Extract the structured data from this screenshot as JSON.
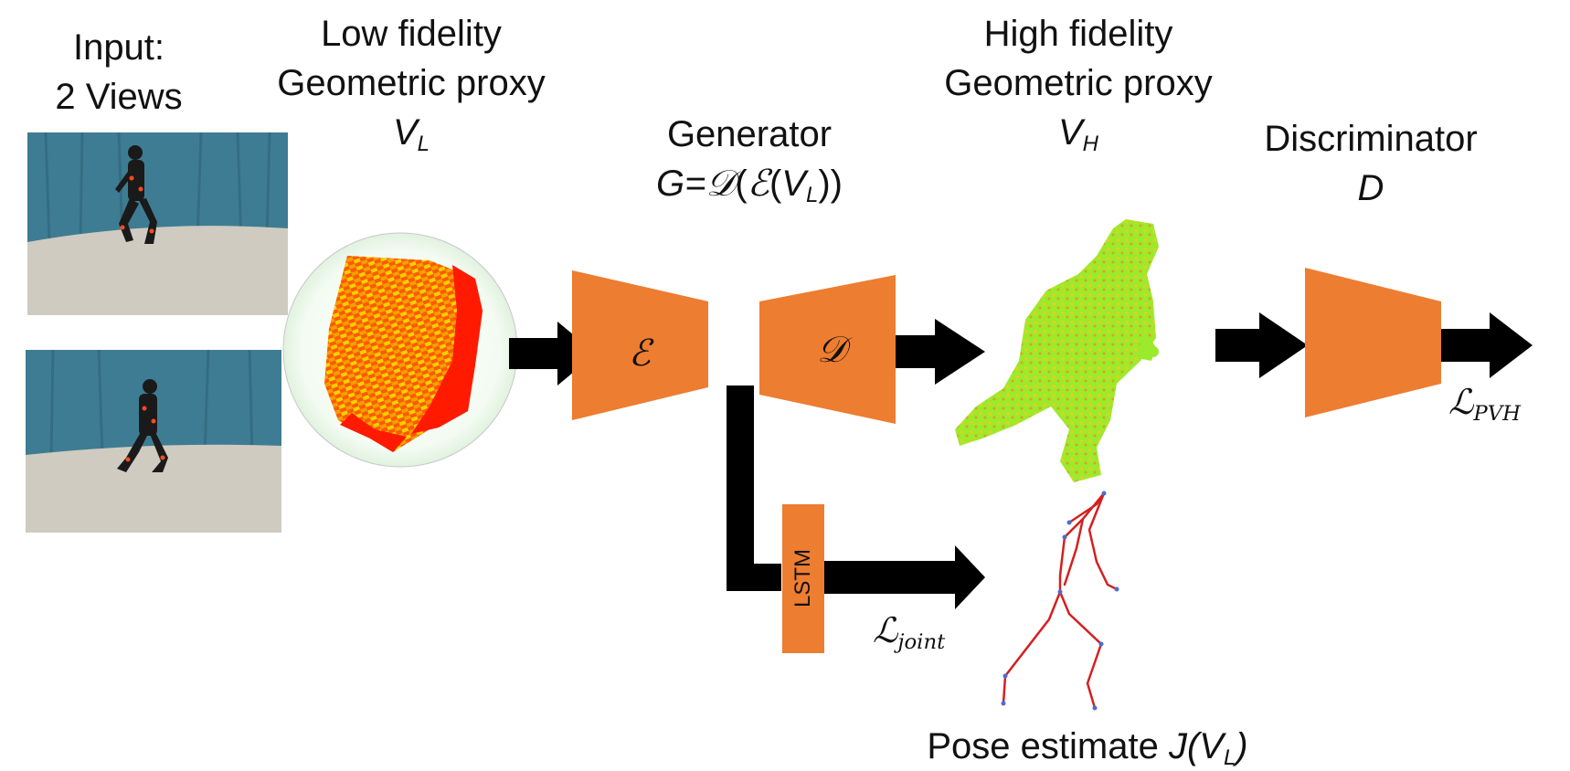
{
  "input": {
    "line1": "Input:",
    "line2": "2 Views"
  },
  "low": {
    "line1": "Low fidelity",
    "line2": "Geometric proxy",
    "sym": "V",
    "sub": "L"
  },
  "generator": {
    "line1": "Generator",
    "eq_lhs": "G=",
    "D": "𝒟",
    "E": "ℰ",
    "sym": "V",
    "sub": "L"
  },
  "high": {
    "line1": "High fidelity",
    "line2": "Geometric proxy",
    "sym": "V",
    "sub": "H"
  },
  "discriminator": {
    "line1": "Discriminator",
    "sym": "D"
  },
  "encoder_symbol": "ℰ",
  "decoder_symbol": "𝒟",
  "lstm_label": "LSTM",
  "loss_joint": {
    "main": "ℒ",
    "sub": "joint"
  },
  "loss_pvh": {
    "main": "ℒ",
    "sub": "PVH"
  },
  "pose": {
    "text": "Pose estimate ",
    "sym": "J(V",
    "sub": "L",
    "close": ")"
  },
  "colors": {
    "block": "#ED7D31",
    "arrow": "#000000",
    "wall": "#3E7C93",
    "floor": "#CFCBC0",
    "voxel_red": "#FF1A00",
    "voxel_yellow": "#F2D000",
    "voxel_green": "#8FEA2A",
    "skeleton": "#D42020"
  }
}
